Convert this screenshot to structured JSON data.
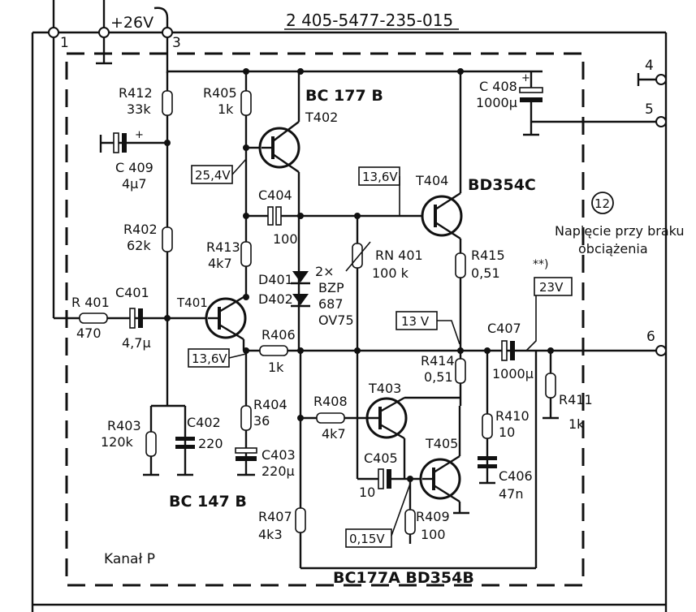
{
  "header": {
    "doc_number": "2  405-5477-235-015",
    "supply": "+26V"
  },
  "terminals": {
    "t1": "1",
    "t3": "3",
    "t4": "4",
    "t5": "5",
    "t6": "6"
  },
  "channel_label": "Kanał P",
  "note": {
    "number": "12",
    "line1": "Napięcie przy braku",
    "line2": "obciążenia",
    "marker": "**)"
  },
  "voltages": {
    "v_t402": "25,4V",
    "v_t404": "13,6V",
    "v_t401": "13,6V",
    "v_out": "13 V",
    "v_out_noload": "23V",
    "v_t405": "0,15V"
  },
  "transistors": {
    "t402": {
      "ref": "T402",
      "type": "BC 177 B"
    },
    "t404": {
      "ref": "T404",
      "type": "BD354C"
    },
    "t401": {
      "ref": "T401",
      "type": "BC 147 B"
    },
    "t403": {
      "ref": "T403"
    },
    "t405": {
      "ref": "T405"
    },
    "bottom_types": "BC177A   BD354B"
  },
  "resistors": {
    "r412": {
      "ref": "R412",
      "val": "33k"
    },
    "r405": {
      "ref": "R405",
      "val": "1k"
    },
    "r402": {
      "ref": "R402",
      "val": "62k"
    },
    "r413": {
      "ref": "R413",
      "val": "4k7"
    },
    "r401": {
      "ref": "R 401",
      "val": "470"
    },
    "r406": {
      "ref": "R406",
      "val": "1k"
    },
    "r403": {
      "ref": "R403",
      "val": "120k"
    },
    "r404": {
      "ref": "R404",
      "val": "36"
    },
    "r407": {
      "ref": "R407",
      "val": "4k3"
    },
    "r408": {
      "ref": "R408",
      "val": "4k7"
    },
    "r409": {
      "ref": "R409",
      "val": "100"
    },
    "rn401": {
      "ref": "RN 401",
      "val": "100 k"
    },
    "r415": {
      "ref": "R415",
      "val": "0,51"
    },
    "r414": {
      "ref": "R414",
      "val": "0,51"
    },
    "r410": {
      "ref": "R410",
      "val": "10"
    },
    "r411": {
      "ref": "R411",
      "val": "1k"
    }
  },
  "capacitors": {
    "c408": {
      "ref": "C 408",
      "val": "1000µ"
    },
    "c409": {
      "ref": "C 409",
      "val": "4µ7"
    },
    "c404": {
      "ref": "C404",
      "val": "100"
    },
    "c401": {
      "ref": "C401",
      "val": "4,7µ"
    },
    "c402": {
      "ref": "C402",
      "val": "220"
    },
    "c403": {
      "ref": "C403",
      "val": "220µ"
    },
    "c405": {
      "ref": "C405",
      "val": "10"
    },
    "c407": {
      "ref": "C407",
      "val": "1000µ"
    },
    "c406": {
      "ref": "C406",
      "val": "47n"
    }
  },
  "diodes": {
    "d401": "D401",
    "d402": "D402",
    "count": "2×",
    "type1": "BZP",
    "type2": "687",
    "type3": "OV75"
  }
}
